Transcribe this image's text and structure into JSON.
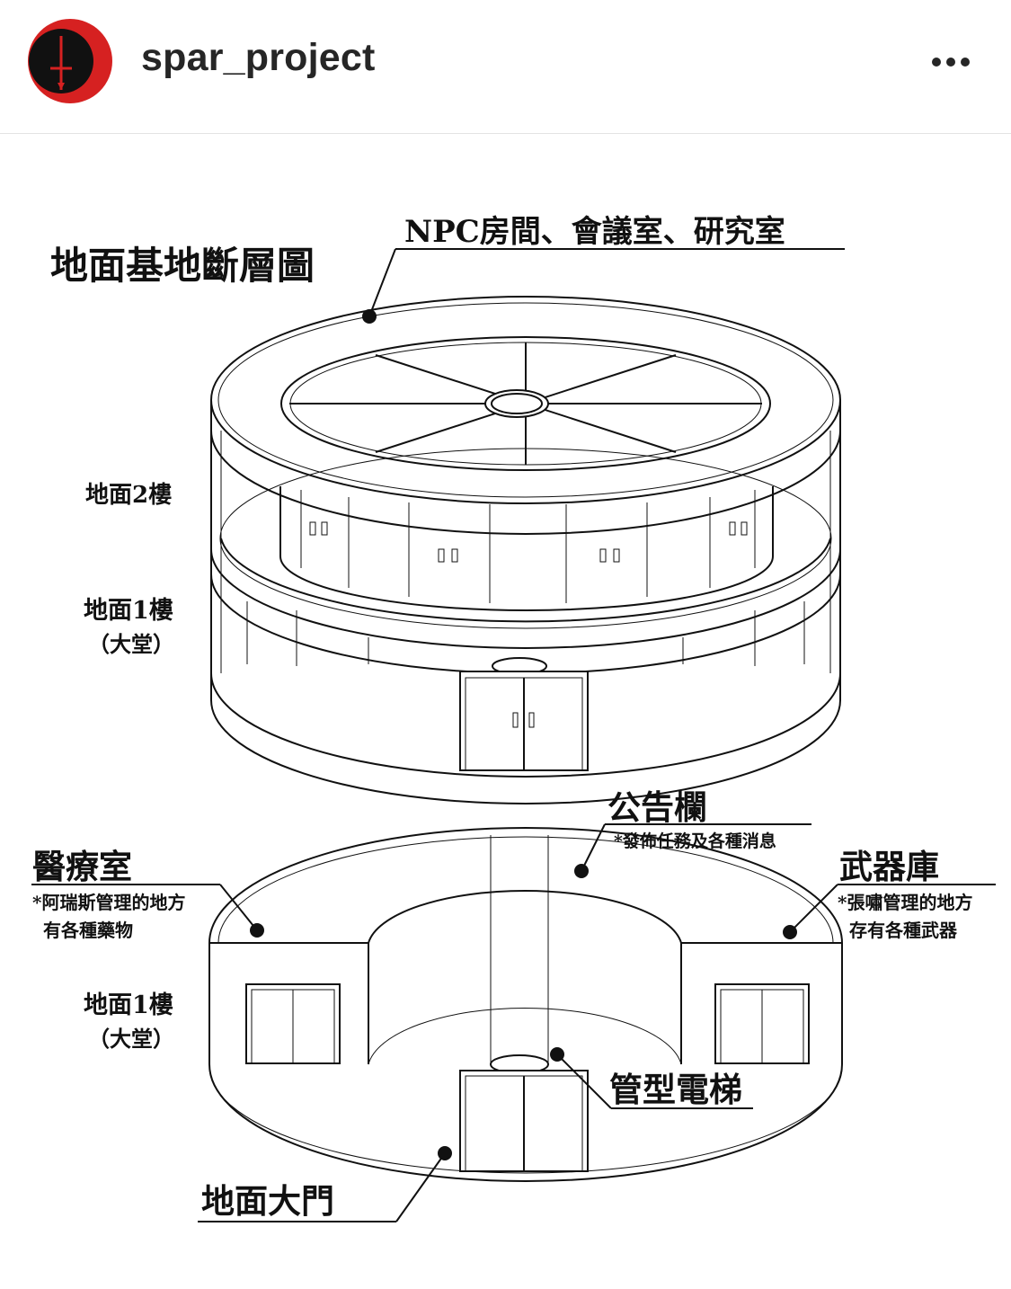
{
  "post_header": {
    "username": "spar_project",
    "more_icon": "more-horizontal-icon",
    "avatar_icon": "cross-logo-icon",
    "avatar_colors": {
      "ring": "#d62121",
      "inner": "#111111"
    }
  },
  "diagram": {
    "title": "地面基地斷層圖",
    "top_label": "NPC房間、會議室、研究室",
    "floor2_label": "地面2樓",
    "floor1_label": "地面1樓",
    "floor1_sub": "（大堂）",
    "bulletin_label": "公告欄",
    "bulletin_note": "*發佈任務及各種消息",
    "medical_label": "醫療室",
    "medical_note_1": "*阿瑞斯管理的地方",
    "medical_note_2": "有各種藥物",
    "armory_label": "武器庫",
    "armory_note_1": "*張嘯管理的地方",
    "armory_note_2": "存有各種武器",
    "floor1b_label": "地面1樓",
    "floor1b_sub": "（大堂）",
    "elevator_label": "管型電梯",
    "gate_label": "地面大門"
  }
}
